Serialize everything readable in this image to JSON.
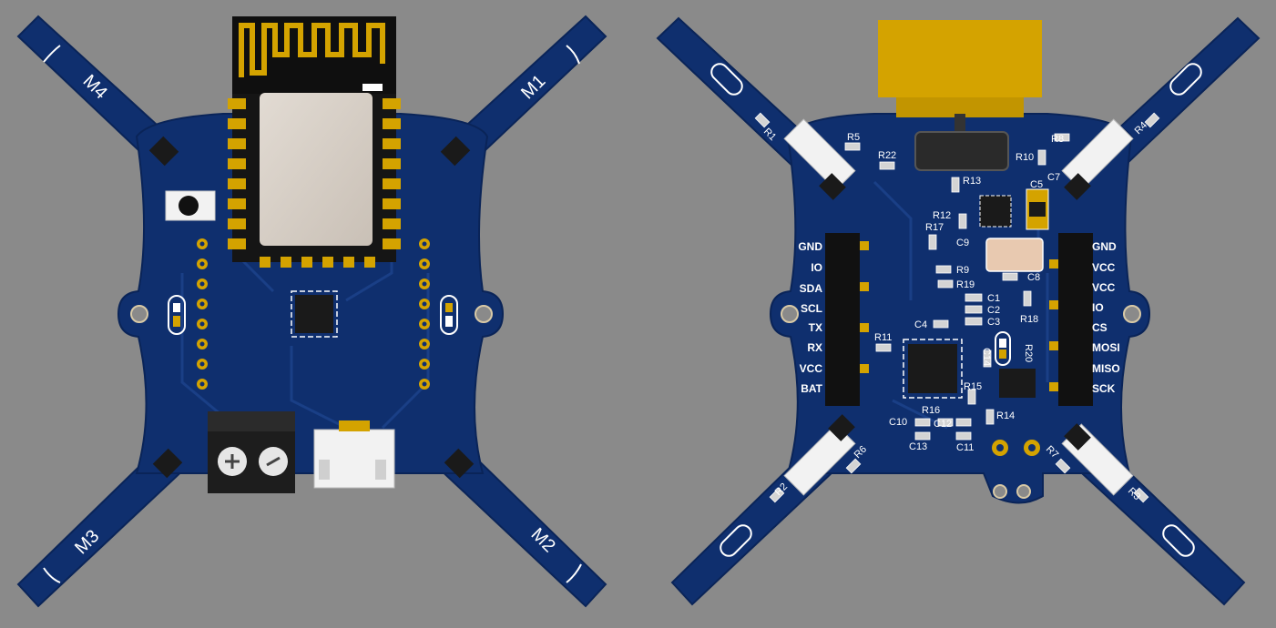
{
  "front": {
    "motors": [
      "M1",
      "M2",
      "M3",
      "M4"
    ]
  },
  "back": {
    "left_header_labels": [
      "GND",
      "IO",
      "SDA",
      "SCL",
      "TX",
      "RX",
      "VCC",
      "BAT"
    ],
    "right_header_labels": [
      "GND",
      "VCC",
      "VCC",
      "IO",
      "CS",
      "MOSI",
      "MISO",
      "SCK"
    ],
    "refs": {
      "R1": "R1",
      "R2": "R2",
      "R3": "R3",
      "R4": "R4",
      "R5": "R5",
      "R6": "R6",
      "R7": "R7",
      "R8": "R8",
      "R9": "R9",
      "R10": "R10",
      "R11": "R11",
      "R12": "R12",
      "R13": "R13",
      "R14": "R14",
      "R15": "R15",
      "R16": "R16",
      "R17": "R17",
      "R18": "R18",
      "R19": "R19",
      "R20": "R20",
      "R22": "R22",
      "C1": "C1",
      "C2": "C2",
      "C3": "C3",
      "C4": "C4",
      "C5": "C5",
      "C7": "C7",
      "C8": "C8",
      "C9": "C9",
      "C10": "C10",
      "C11": "C11",
      "C12": "C12",
      "C13": "C13",
      "C14": "C14"
    }
  },
  "colors": {
    "background": "#8a8a8a",
    "pcb": "#0f2f6e",
    "pcb_trace": "#1a3f86",
    "gold": "#d4a300",
    "silkscreen": "#ffffff"
  }
}
